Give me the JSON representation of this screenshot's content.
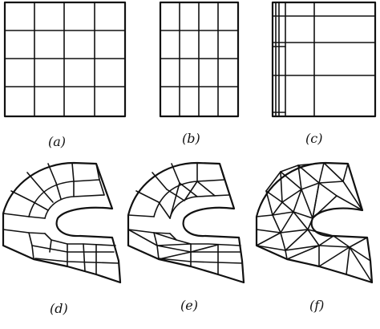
{
  "figure": {
    "panels": [
      {
        "id": "a",
        "caption": "(a)",
        "kind": "structured-grid-uniform"
      },
      {
        "id": "b",
        "caption": "(b)",
        "kind": "structured-grid-refined"
      },
      {
        "id": "c",
        "caption": "(c)",
        "kind": "structured-grid-graded"
      },
      {
        "id": "d",
        "caption": "(d)",
        "kind": "curved-quad-mesh"
      },
      {
        "id": "e",
        "caption": "(e)",
        "kind": "curved-mixed-mesh"
      },
      {
        "id": "f",
        "caption": "(f)",
        "kind": "curved-triangle-mesh"
      }
    ],
    "colors": {
      "stroke": "#111111",
      "background": "#ffffff"
    }
  }
}
